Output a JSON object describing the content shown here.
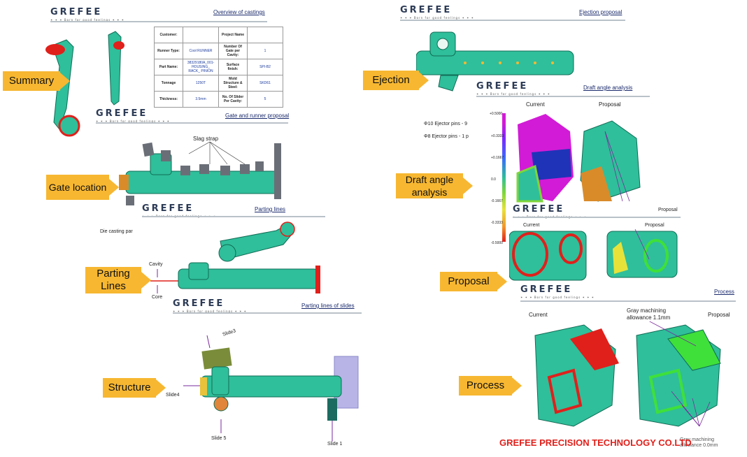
{
  "brand": {
    "logo": "GREFEE",
    "tagline": "✶ ✶ ✶ Born for good feelings ✶ ✶ ✶",
    "company": "GREFEE PRECISION TECHNOLOGY CO.LTD"
  },
  "tags": {
    "summary": "Summary",
    "gate": "Gate location",
    "parting": "Parting Lines",
    "structure": "Structure",
    "ejection": "Ejection",
    "draft": "Draft angle analysis",
    "proposal": "Proposal",
    "process": "Process"
  },
  "slides": {
    "overview": "Overview of castings",
    "gate_runner": "Gate and runner proposal",
    "parting_lines": "Parting lines",
    "parting_slides": "Parting lines of slides",
    "ejection": "Ejection proposal",
    "draft": "Draft angle analysis",
    "proposal": "Proposal",
    "process": "Process"
  },
  "table": {
    "rows": [
      [
        "Customer:",
        "",
        "Project Name",
        ""
      ],
      [
        "Runner Type:",
        "Cool RUNNER",
        "Number Of Gate per Cavity:",
        "1"
      ],
      [
        "Part Name:",
        "38329180A_001-HOUSING_ RACK_ PINION",
        "Surface finish:",
        "SPI-B2"
      ],
      [
        "Tonnage",
        "1250T",
        "Mold Structure & Steel:",
        "SKD61"
      ],
      [
        "Thickness:",
        "3.5mm",
        "No. Of Slider Per Cavity:",
        "5"
      ]
    ]
  },
  "labels": {
    "slag_strap": "Slag strap",
    "die_casting": "Die casting par",
    "cavity": "Cavity",
    "core": "Core",
    "slide3": "Slide3",
    "slide4": "Slide4",
    "slide5": "Slide 5",
    "slide1": "Slide 1",
    "ejector10": "Φ10 Ejector pins  - 9",
    "ejector8": "Φ8 Ejector pins  - 1 p",
    "current": "Current",
    "proposal": "Proposal",
    "gray_allowance": "Gray machining allowance 1.1mm",
    "gray_allowance2": "Gray machining allowance 0.0mm"
  },
  "scale": [
    "+0.5000",
    "+0.3333",
    "+0.1667",
    "0.0",
    "-0.1667",
    "-0.3333",
    "-0.5000"
  ],
  "colors": {
    "casting": "#2fbf9a",
    "accent": "#f7b731",
    "red": "#e0201b"
  }
}
